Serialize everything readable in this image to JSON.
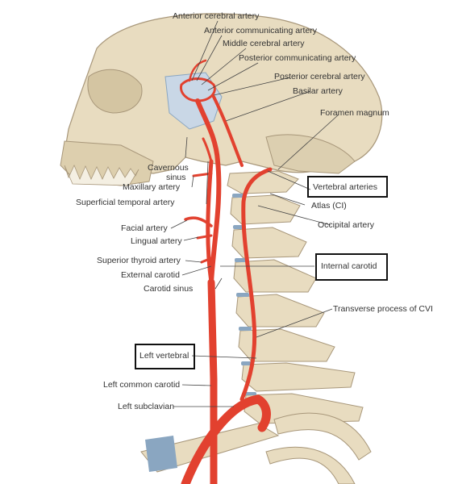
{
  "labels": {
    "anterior_cerebral": "Anterior cerebral artery",
    "anterior_communicating": "Anterior communicating artery",
    "middle_cerebral": "Middle cerebral artery",
    "posterior_communicating": "Posterior communicating artery",
    "posterior_cerebral": "Posterior cerebral artery",
    "basilar": "Basilar artery",
    "foramen_magnum": "Foramen magnum",
    "cavernous_sinus_1": "Cavernous",
    "cavernous_sinus_2": "sinus",
    "maxillary": "Maxillary artery",
    "superficial_temporal": "Superficial temporal artery",
    "vertebral_arteries": "Vertebral arteries",
    "atlas": "Atlas (CI)",
    "occipital": "Occipital artery",
    "facial": "Facial artery",
    "lingual": "Lingual artery",
    "superior_thyroid": "Superior thyroid artery",
    "external_carotid": "External carotid",
    "carotid_sinus": "Carotid sinus",
    "internal_carotid": "Internal carotid",
    "transverse_process": "Transverse process of CVI",
    "left_vertebral": "Left vertebral",
    "left_common_carotid": "Left common carotid",
    "left_subclavian": "Left subclavian"
  },
  "colors": {
    "bone": "#e8dcc0",
    "bone_outline": "#a8977a",
    "artery": "#e2412f",
    "artery_dark": "#b8281c",
    "cartilage": "#8aa6c1"
  }
}
